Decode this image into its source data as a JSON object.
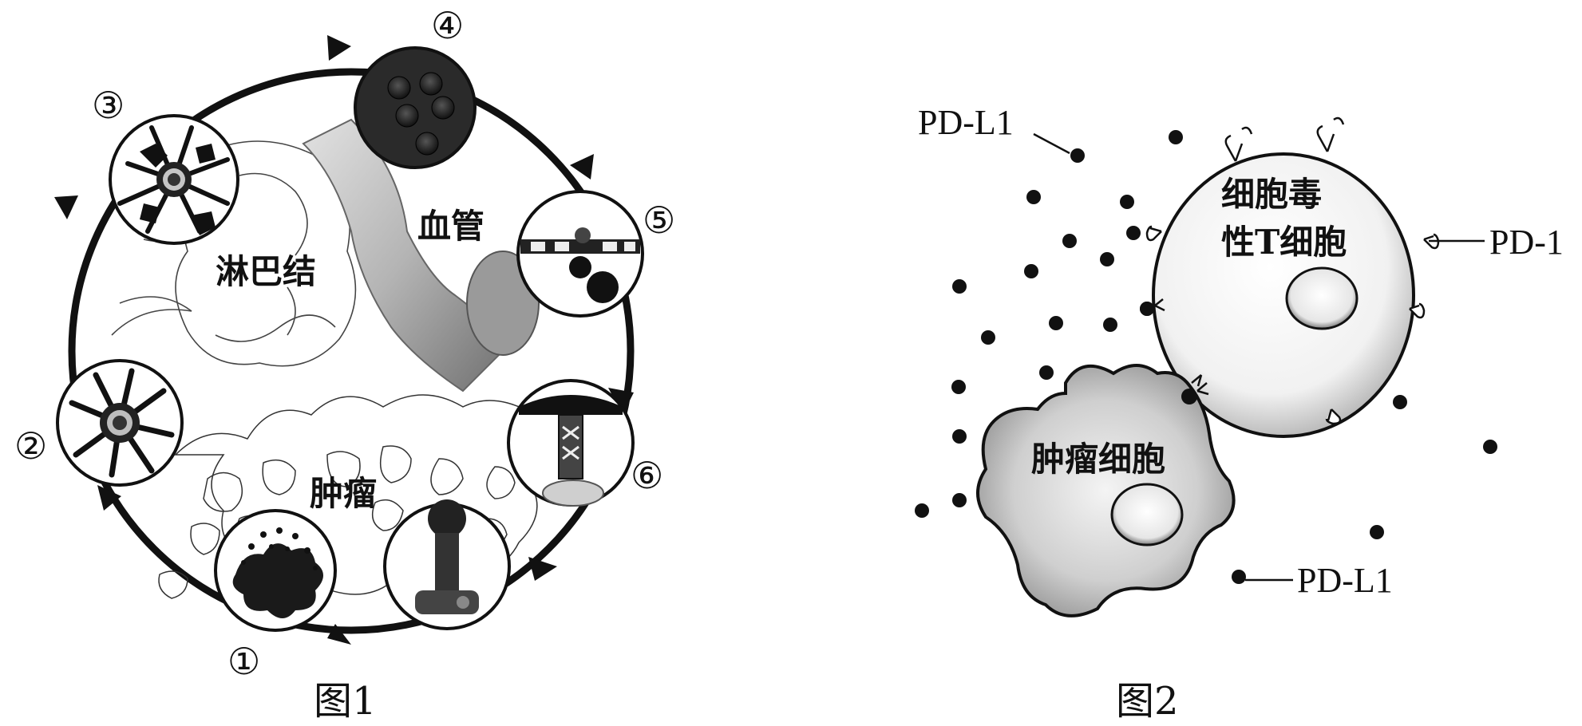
{
  "figure1": {
    "caption": "图1",
    "labels": {
      "lymph_node": "淋巴结",
      "blood_vessel": "血管",
      "tumor": "肿瘤"
    },
    "steps": [
      "①",
      "②",
      "③",
      "④",
      "⑤",
      "⑥"
    ]
  },
  "figure2": {
    "caption": "图2",
    "labels": {
      "t_cell_line1": "细胞毒",
      "t_cell_line2": "性T细胞",
      "tumor_cell": "肿瘤细胞",
      "pd_l1_top": "PD-L1",
      "pd_l1_bottom": "PD-L1",
      "pd_1": "PD-1"
    }
  }
}
